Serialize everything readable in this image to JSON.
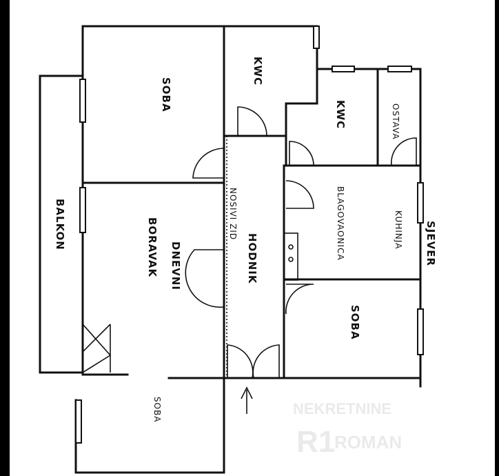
{
  "title": "Floor plan",
  "rooms": {
    "soba_top": "SOBA",
    "kwc_1": "KWC",
    "kwc_2": "KWC",
    "ostava": "OSTAVA",
    "balkon": "BALKON",
    "dnevni_1": "DNEVNI",
    "dnevni_2": "BORAVAK",
    "hodnik": "HODNIK",
    "nosivi_zid": "NOSIVI ZID",
    "blagovaonica": "BLAGOVAONICA",
    "kuhinja": "KUHINJA",
    "soba_right": "SOBA",
    "soba_bottom": "SOBA"
  },
  "orientation": "SJEVER",
  "watermark": {
    "line1": "NEKRETNINE",
    "line2": "ROMAN",
    "logo": "R1"
  }
}
